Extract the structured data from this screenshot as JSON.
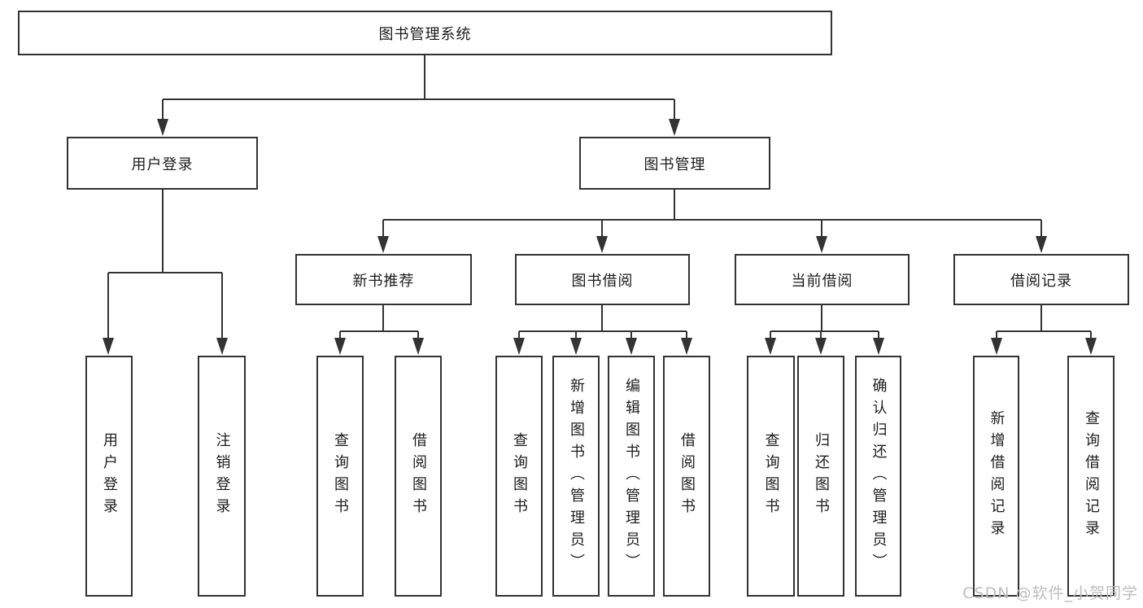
{
  "page": {
    "background": "#ffffff",
    "watermark": "CSDN @软件_小贺同学"
  },
  "colors": {
    "line": "#333333",
    "box_border": "#333333",
    "text": "#1c1c1c",
    "watermark": "#bdbdbd"
  },
  "nodes": {
    "root": {
      "label": "图书管理系统"
    },
    "user_login": {
      "label": "用户登录"
    },
    "book_mgmt": {
      "label": "图书管理"
    },
    "new_book_rec": {
      "label": "新书推荐"
    },
    "book_borrow": {
      "label": "图书借阅"
    },
    "current_borrow": {
      "label": "当前借阅"
    },
    "borrow_record": {
      "label": "借阅记录"
    },
    "leaf_login": {
      "label": "用户登录"
    },
    "leaf_logout": {
      "label": "注销登录"
    },
    "leaf_rec_query": {
      "label": "查询图书"
    },
    "leaf_rec_borrow": {
      "label": "借阅图书"
    },
    "leaf_bor_query": {
      "label": "查询图书"
    },
    "leaf_bor_add": {
      "label": "新增图书（管理员）"
    },
    "leaf_bor_edit": {
      "label": "编辑图书（管理员）"
    },
    "leaf_bor_borrow": {
      "label": "借阅图书"
    },
    "leaf_cur_query": {
      "label": "查询图书"
    },
    "leaf_cur_return": {
      "label": "归还图书"
    },
    "leaf_cur_confirm": {
      "label": "确认归还（管理员）"
    },
    "leaf_recd_add": {
      "label": "新增借阅记录"
    },
    "leaf_recd_query": {
      "label": "查询借阅记录"
    }
  },
  "hierarchy": {
    "图书管理系统": [
      "用户登录",
      "图书管理"
    ],
    "用户登录": [
      "用户登录",
      "注销登录"
    ],
    "图书管理": [
      "新书推荐",
      "图书借阅",
      "当前借阅",
      "借阅记录"
    ],
    "新书推荐": [
      "查询图书",
      "借阅图书"
    ],
    "图书借阅": [
      "查询图书",
      "新增图书（管理员）",
      "编辑图书（管理员）",
      "借阅图书"
    ],
    "当前借阅": [
      "查询图书",
      "归还图书",
      "确认归还（管理员）"
    ],
    "借阅记录": [
      "新增借阅记录",
      "查询借阅记录"
    ]
  }
}
